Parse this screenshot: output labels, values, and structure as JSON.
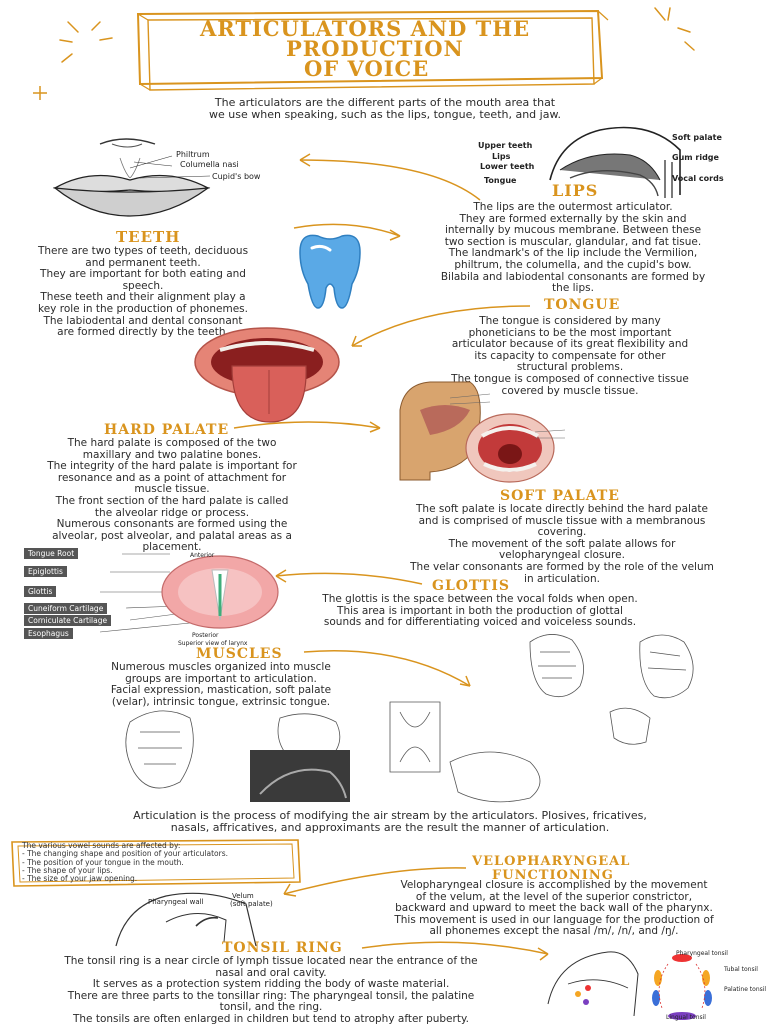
{
  "title": {
    "line1": "ARTICULATORS AND THE",
    "line2": "PRODUCTION",
    "line3": "OF VOICE"
  },
  "intro": [
    "The articulators are the different parts of the mouth area that",
    "we use when speaking, such as the lips, tongue, teeth, and jaw."
  ],
  "lips_figure_labels": {
    "philtrum": "Philtrum",
    "columella": "Columella nasi",
    "cupids_bow": "Cupid's bow"
  },
  "vocal_figure_labels": {
    "upper_teeth": "Upper teeth",
    "lips": "Lips",
    "lower_teeth": "Lower teeth",
    "tongue": "Tongue",
    "soft_palate": "Soft palate",
    "gum_ridge": "Gum ridge",
    "vocal_cords": "Vocal cords"
  },
  "lips": {
    "heading": "LIPS",
    "lines": [
      "The lips are the outermost articulator.",
      "They are formed externally by the skin and",
      "internally by mucous membrane. Between these",
      "two section is muscular, glandular, and fat tisue.",
      "The landmark's of the lip include the Vermilion,",
      "philtrum, the columella, and the cupid's bow.",
      "Bilabila and labiodental consonants are formed by",
      "the lips."
    ]
  },
  "teeth": {
    "heading": "TEETH",
    "lines": [
      "There are two types of teeth, deciduous",
      "and permanent teeth.",
      "They are important for both eating and",
      "speech.",
      "These teeth and their alignment play a",
      "key role in the production of phonemes.",
      "The labiodental and dental consonant",
      "are formed directly by the teeth."
    ]
  },
  "tongue": {
    "heading": "TONGUE",
    "lines": [
      "The tongue is considered by many",
      "phoneticians to be the most important",
      "articulator because of its great flexibility and",
      "its capacity to compensate for other",
      "structural problems.",
      "The tongue is composed of connective tissue",
      "covered by muscle tissue."
    ]
  },
  "hard_palate": {
    "heading": "HARD PALATE",
    "lines": [
      "The hard palate is composed of the two",
      "maxillary and two palatine bones.",
      "The integrity of the hard palate is important for",
      "resonance and as a point of attachment for",
      "muscle tissue.",
      "The front section of the hard palate is called",
      "the alveolar ridge or process.",
      "Numerous consonants are formed using the",
      "alveolar, post alveolar, and palatal areas as a",
      "placement."
    ]
  },
  "soft_palate": {
    "heading": "SOFT PALATE",
    "lines": [
      "The soft palate is locate directly behind the hard palate",
      "and is comprised of muscle tissue with a membranous",
      "covering.",
      "The movement of the soft palate allows for",
      "velopharyngeal closure.",
      "The velar consonants are formed by the role of the velum",
      "in articulation."
    ]
  },
  "larynx_labels": {
    "tongue_root": "Tongue Root",
    "epiglottis": "Epiglottis",
    "glottis": "Glottis",
    "cuneiform": "Cuneiform Cartilage",
    "corniculate": "Corniculate Cartilage",
    "esophagus": "Esophagus",
    "anterior": "Anterior",
    "posterior": "Posterior",
    "superior_view": "Superior view of larynx"
  },
  "glottis": {
    "heading": "GLOTTIS",
    "lines": [
      "The glottis is the space between the vocal folds when open.",
      "This area is important in both the production of glottal",
      "sounds and for differentiating voiced and voiceless sounds."
    ]
  },
  "muscles": {
    "heading": "MUSCLES",
    "lines": [
      "Numerous muscles organized into muscle",
      "groups are important to articulation.",
      "Facial expression, mastication, soft palate",
      "(velar), intrinsic tongue, extrinsic tongue."
    ]
  },
  "articulation": [
    "Articulation is the process of modifying the air stream by the articulators. Plosives, fricatives,",
    "nasals, affricatives, and approximants are the result the manner of articulation."
  ],
  "vowel_box": [
    "The various vowel sounds are affected by:",
    "- The changing shape and position of your articulators.",
    "- The position of your tongue in the mouth.",
    "- The shape of your lips.",
    "- The size of your jaw opening."
  ],
  "velo": {
    "heading1": "VELOPHARYNGEAL",
    "heading2": "FUNCTIONING",
    "lines": [
      "Velopharyngeal closure is accomplished by the movement",
      "of the velum, at the level of the superior constrictor,",
      "backward and upward to meet the back wall of the pharynx.",
      "This movement is used in our language for the production of",
      "all phonemes except the nasal /m/, /n/, and /ŋ/."
    ]
  },
  "velo_figure_labels": {
    "pharyngeal_wall": "Pharyngeal wall",
    "velum": "Velum",
    "soft_palate": "(soft palate)"
  },
  "tonsil": {
    "heading": "TONSIL RING",
    "lines": [
      "The tonsil ring is a near circle of lymph tissue located near the entrance of the",
      "nasal and oral cavity.",
      "It serves as a protection system ridding the body of waste material.",
      "There are three parts to the tonsillar ring: The pharyngeal tonsil, the palatine",
      "tonsil, and the ring.",
      "The tonsils are often enlarged in children but tend to atrophy after puberty."
    ]
  },
  "tonsil_figure_labels": {
    "pharyngeal": "Pharyngeal tonsil",
    "tubal": "Tubal tonsil",
    "palatine": "Palatine tonsil",
    "lingual": "Lingual tonsil"
  },
  "colors": {
    "accent": "#d9941e",
    "text": "#2b2b2b",
    "tooth": "#5aa9e6",
    "flesh": "#e07a72"
  }
}
